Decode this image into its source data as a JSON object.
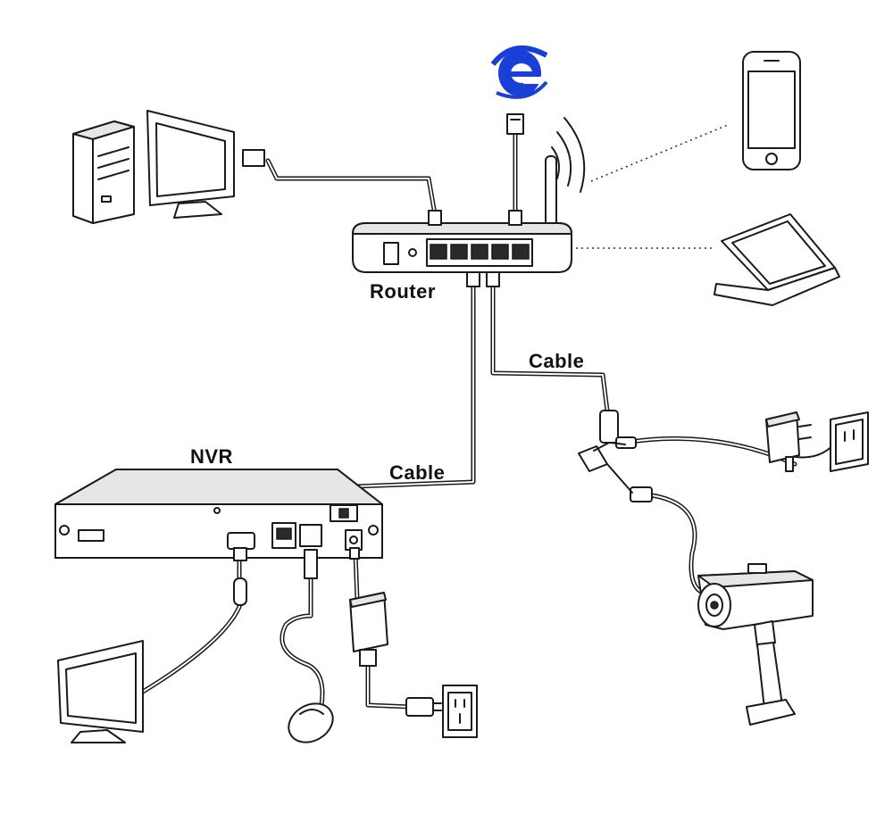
{
  "labels": {
    "router": "Router",
    "nvr": "NVR",
    "cable_router_camera": "Cable",
    "cable_router_nvr": "Cable"
  },
  "icons": {
    "internet": "internet-explorer-icon",
    "wifi": "wifi-signal-icon"
  },
  "colors": {
    "internet_blue": "#1a3fd6",
    "line": "#1a1a1a",
    "background": "#ffffff"
  }
}
